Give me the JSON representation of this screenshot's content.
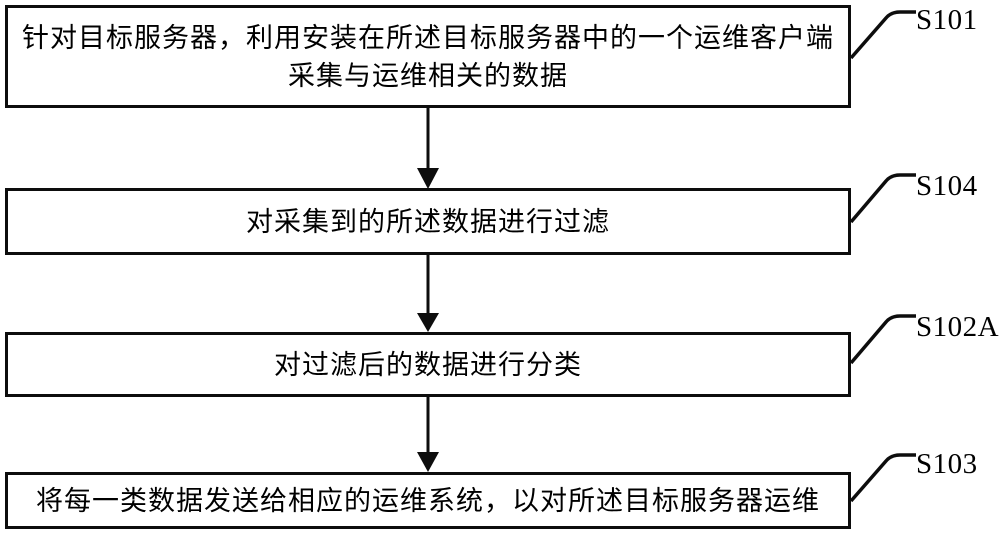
{
  "figure": {
    "background_color": "#ffffff",
    "line_color": "#0d0d0d"
  },
  "steps": [
    {
      "label": "S101",
      "text": "针对目标服务器，利用安装在所述目标服务器中的一个运维客户端\n采集与运维相关的数据"
    },
    {
      "label": "S104",
      "text": "对采集到的所述数据进行过滤"
    },
    {
      "label": "S102A",
      "text": "对过滤后的数据进行分类"
    },
    {
      "label": "S103",
      "text": "将每一类数据发送给相应的运维系统，以对所述目标服务器运维"
    }
  ]
}
